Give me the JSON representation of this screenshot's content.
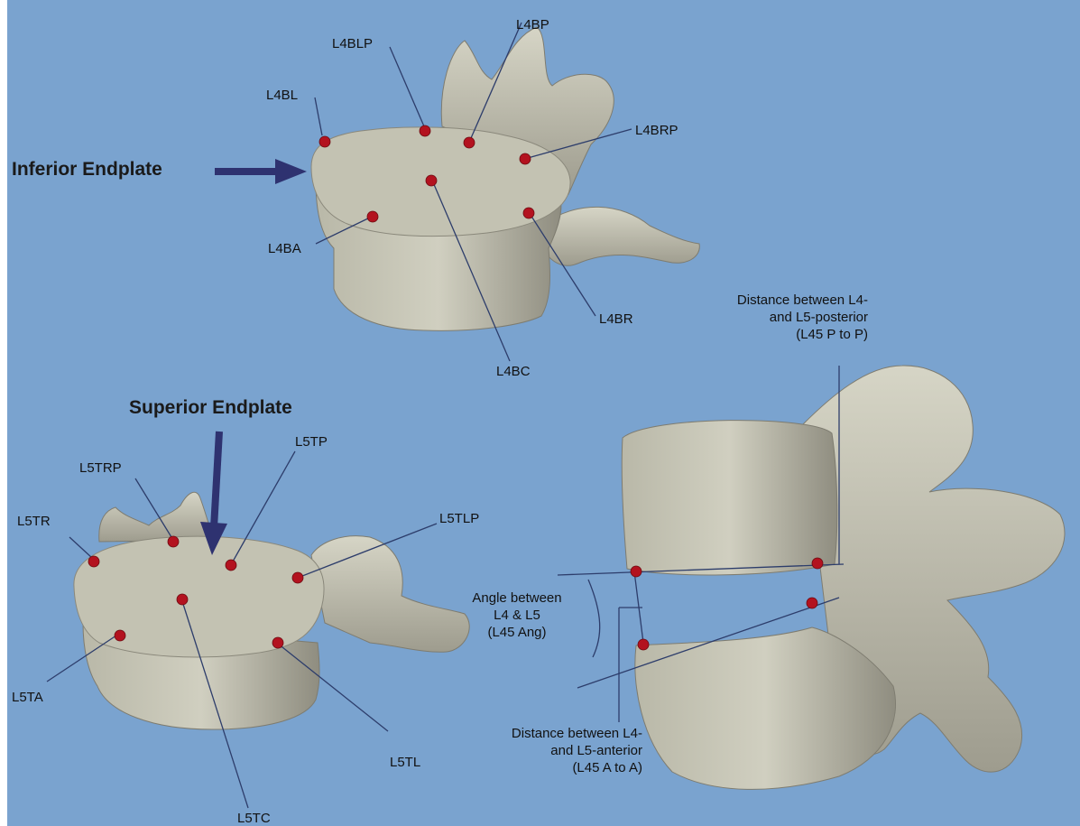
{
  "colors": {
    "background": "#7aa3cf",
    "bone": "#c9c8b8",
    "bone_shadow": "#8e8c7e",
    "landmark": "#b3121f",
    "arrow": "#2e3270",
    "leader": "#2d3d6b"
  },
  "headings": {
    "inferior": "Inferior Endplate",
    "superior": "Superior Endplate"
  },
  "l4_labels": {
    "l4bl": "L4BL",
    "l4blp": "L4BLP",
    "l4bp": "L4BP",
    "l4brp": "L4BRP",
    "l4ba": "L4BA",
    "l4br": "L4BR",
    "l4bc": "L4BC"
  },
  "l5_labels": {
    "l5tp": "L5TP",
    "l5trp": "L5TRP",
    "l5tr": "L5TR",
    "l5tlp": "L5TLP",
    "l5ta": "L5TA",
    "l5tl": "L5TL",
    "l5tc": "L5TC"
  },
  "measurements": {
    "posterior": [
      "Distance between L4-",
      "and L5-posterior",
      "(L45 P to P)"
    ],
    "angle": [
      "Angle between",
      "L4 & L5",
      "(L45 Ang)"
    ],
    "anterior": [
      "Distance between L4-",
      "and L5-anterior",
      "(L45 A to A)"
    ]
  }
}
